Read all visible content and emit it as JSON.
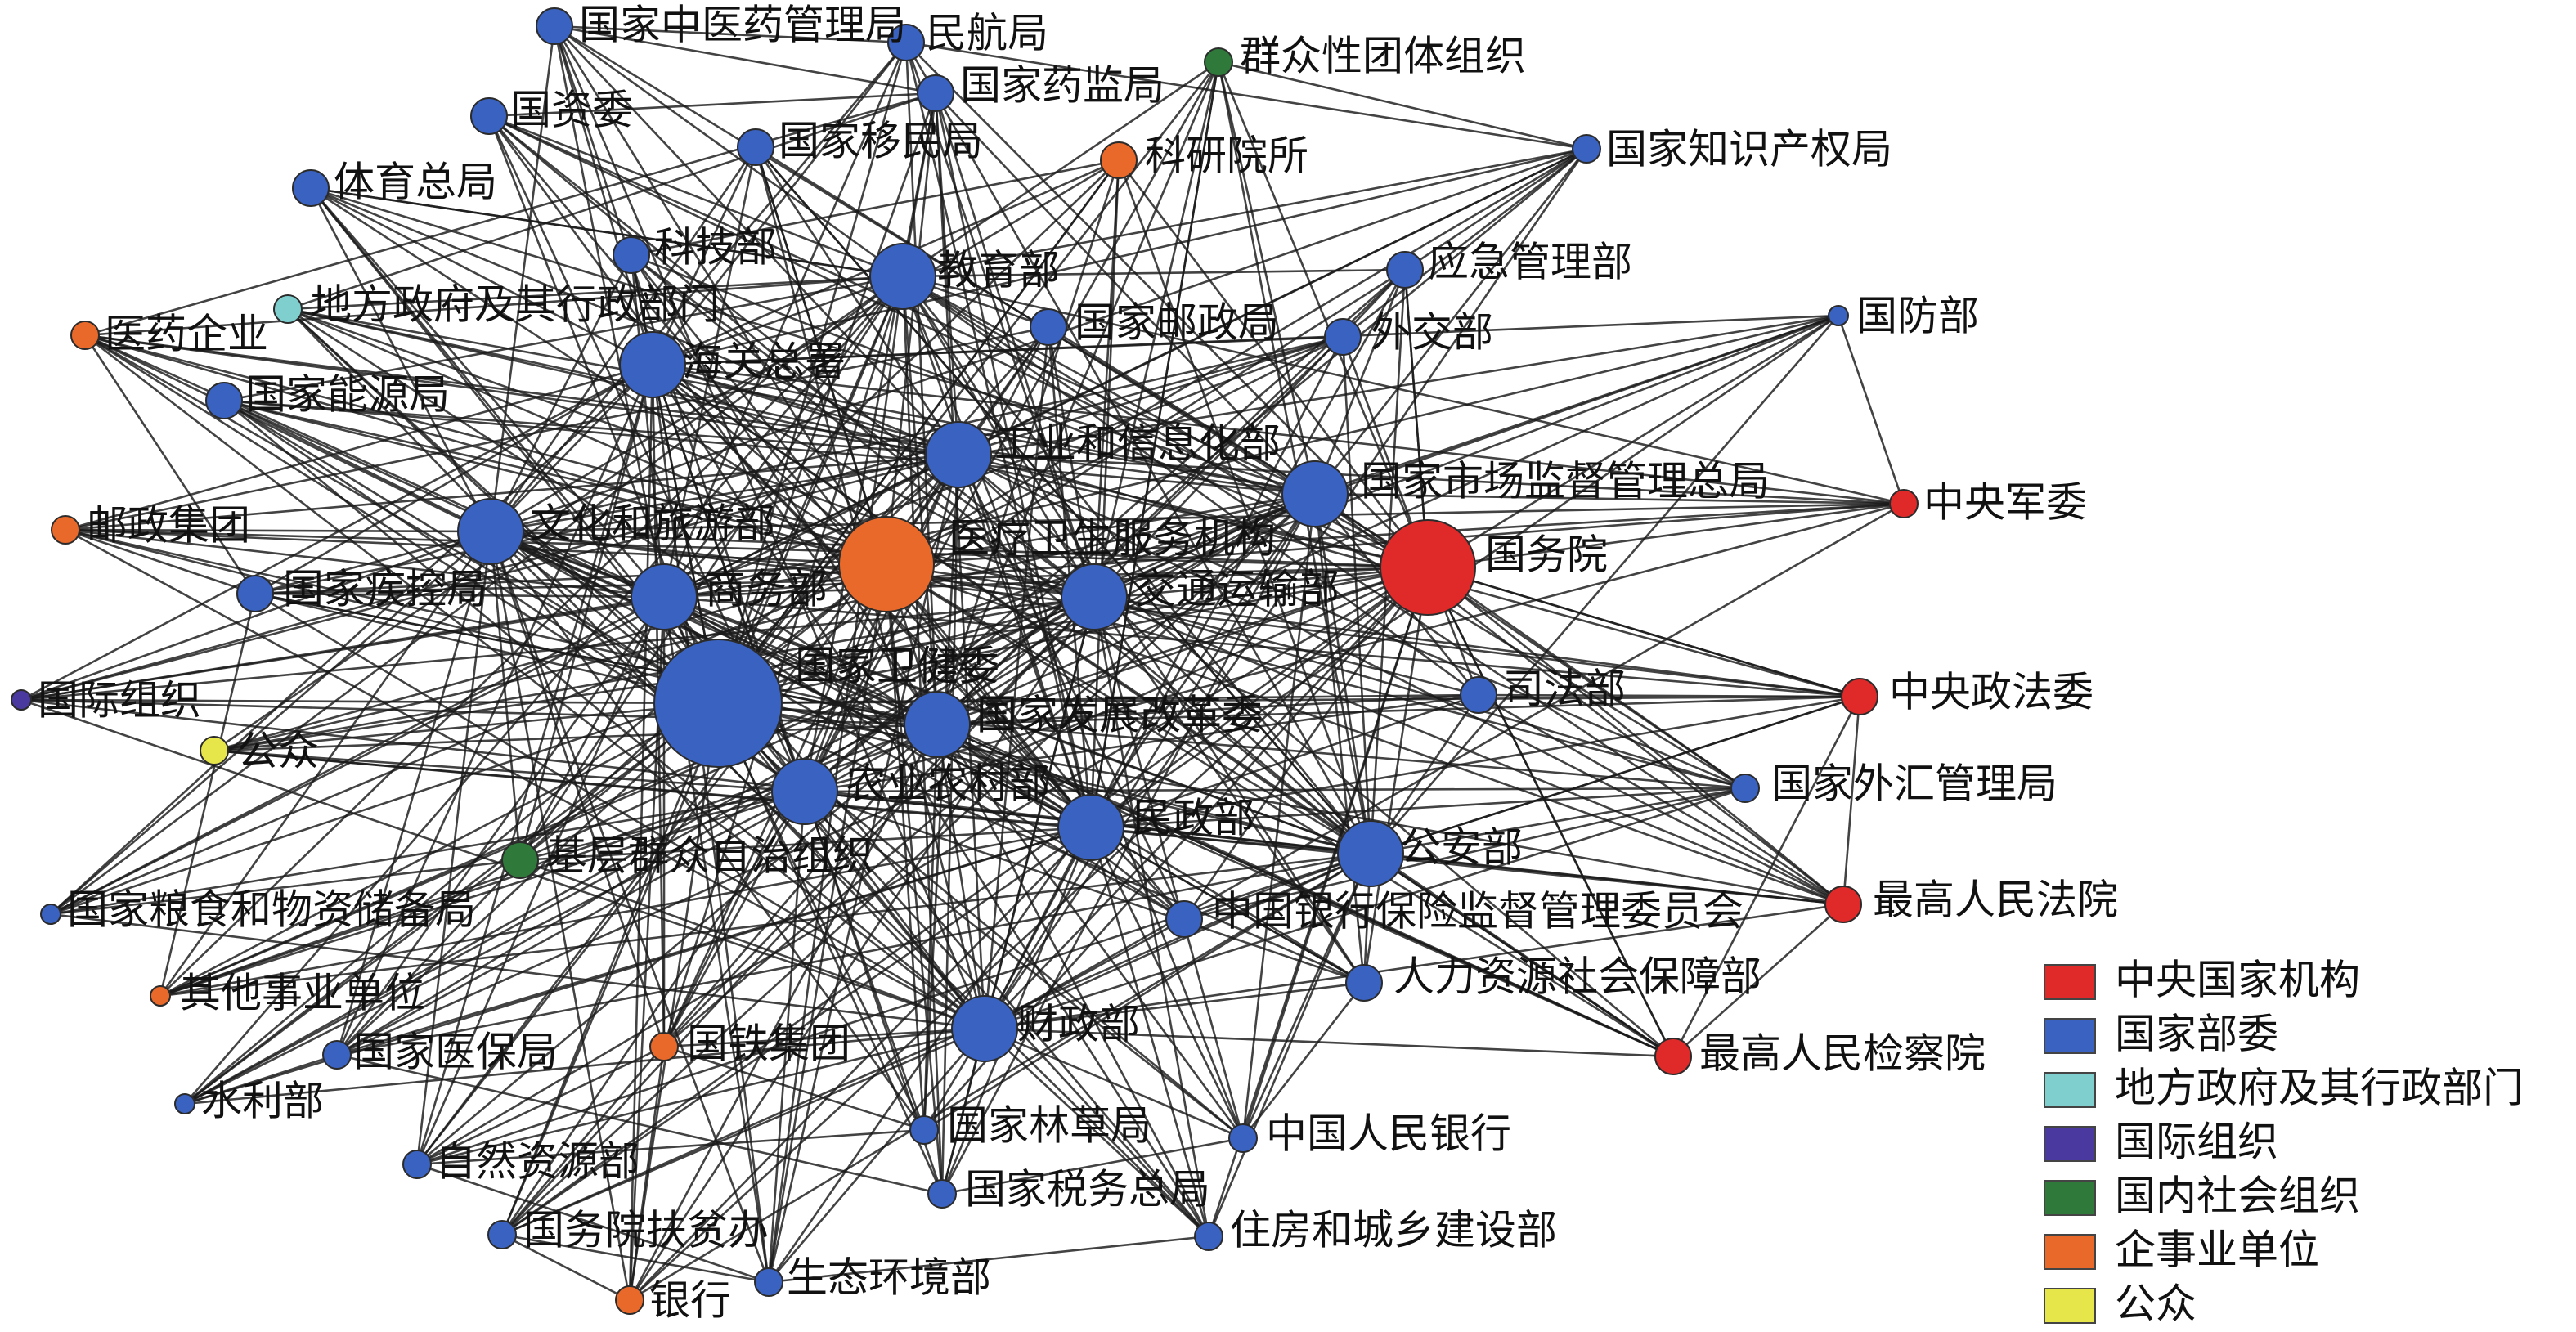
{
  "diagram": {
    "categories": [
      {
        "id": "central",
        "label": "中央国家机构",
        "color": "#e02a2a"
      },
      {
        "id": "ministry",
        "label": "国家部委",
        "color": "#3a62c0"
      },
      {
        "id": "local",
        "label": "地方政府及其行政部门",
        "color": "#7fcfcf"
      },
      {
        "id": "intl",
        "label": "国际组织",
        "color": "#4a3aa0"
      },
      {
        "id": "social",
        "label": "国内社会组织",
        "color": "#2f7a3a"
      },
      {
        "id": "enterprise",
        "label": "企事业单位",
        "color": "#e8692a"
      },
      {
        "id": "public",
        "label": "公众",
        "color": "#e6e64a"
      }
    ],
    "nodes": [
      {
        "label": "国家卫健委",
        "category": "ministry",
        "size": "xl"
      },
      {
        "label": "医疗卫生服务机构",
        "category": "enterprise",
        "size": "l"
      },
      {
        "label": "国务院",
        "category": "central",
        "size": "l"
      },
      {
        "label": "国家市场监督管理总局",
        "category": "ministry",
        "size": "m"
      },
      {
        "label": "商务部",
        "category": "ministry",
        "size": "m"
      },
      {
        "label": "交通运输部",
        "category": "ministry",
        "size": "m"
      },
      {
        "label": "工业和信息化部",
        "category": "ministry",
        "size": "m"
      },
      {
        "label": "国家发展改革委",
        "category": "ministry",
        "size": "m"
      },
      {
        "label": "农业农村部",
        "category": "ministry",
        "size": "m"
      },
      {
        "label": "文化和旅游部",
        "category": "ministry",
        "size": "m"
      },
      {
        "label": "海关总署",
        "category": "ministry",
        "size": "m"
      },
      {
        "label": "民政部",
        "category": "ministry",
        "size": "m"
      },
      {
        "label": "财政部",
        "category": "ministry",
        "size": "m"
      },
      {
        "label": "公安部",
        "category": "ministry",
        "size": "m"
      },
      {
        "label": "教育部",
        "category": "ministry",
        "size": "m"
      },
      {
        "label": "国家邮政局",
        "category": "ministry",
        "size": "s"
      },
      {
        "label": "外交部",
        "category": "ministry",
        "size": "s"
      },
      {
        "label": "司法部",
        "category": "ministry",
        "size": "s"
      },
      {
        "label": "国家中医药管理局",
        "category": "ministry",
        "size": "s"
      },
      {
        "label": "民航局",
        "category": "ministry",
        "size": "s"
      },
      {
        "label": "国家药监局",
        "category": "ministry",
        "size": "s"
      },
      {
        "label": "国家移民局",
        "category": "ministry",
        "size": "s"
      },
      {
        "label": "国资委",
        "category": "ministry",
        "size": "s"
      },
      {
        "label": "体育总局",
        "category": "ministry",
        "size": "s"
      },
      {
        "label": "科技部",
        "category": "ministry",
        "size": "s"
      },
      {
        "label": "国家能源局",
        "category": "ministry",
        "size": "s"
      },
      {
        "label": "国家疾控局",
        "category": "ministry",
        "size": "s"
      },
      {
        "label": "应急管理部",
        "category": "ministry",
        "size": "s"
      },
      {
        "label": "国家知识产权局",
        "category": "ministry",
        "size": "xs"
      },
      {
        "label": "国防部",
        "category": "ministry",
        "size": "xxs"
      },
      {
        "label": "国家外汇管理局",
        "category": "ministry",
        "size": "xs"
      },
      {
        "label": "中国银行保险监督管理委员会",
        "category": "ministry",
        "size": "s"
      },
      {
        "label": "人力资源社会保障部",
        "category": "ministry",
        "size": "s"
      },
      {
        "label": "国家粮食和物资储备局",
        "category": "ministry",
        "size": "xxs"
      },
      {
        "label": "国家医保局",
        "category": "ministry",
        "size": "xs"
      },
      {
        "label": "水利部",
        "category": "ministry",
        "size": "xxs"
      },
      {
        "label": "自然资源部",
        "category": "ministry",
        "size": "xs"
      },
      {
        "label": "国务院扶贫办",
        "category": "ministry",
        "size": "xs"
      },
      {
        "label": "生态环境部",
        "category": "ministry",
        "size": "xs"
      },
      {
        "label": "住房和城乡建设部",
        "category": "ministry",
        "size": "xs"
      },
      {
        "label": "国家税务总局",
        "category": "ministry",
        "size": "xs"
      },
      {
        "label": "国家林草局",
        "category": "ministry",
        "size": "xs"
      },
      {
        "label": "中国人民银行",
        "category": "ministry",
        "size": "xs"
      },
      {
        "label": "中央军委",
        "category": "central",
        "size": "xs"
      },
      {
        "label": "中央政法委",
        "category": "central",
        "size": "s"
      },
      {
        "label": "最高人民法院",
        "category": "central",
        "size": "s"
      },
      {
        "label": "最高人民检察院",
        "category": "central",
        "size": "s"
      },
      {
        "label": "群众性团体组织",
        "category": "social",
        "size": "xs"
      },
      {
        "label": "基层群众自治组织",
        "category": "social",
        "size": "s"
      },
      {
        "label": "科研院所",
        "category": "enterprise",
        "size": "s"
      },
      {
        "label": "医药企业",
        "category": "enterprise",
        "size": "xs"
      },
      {
        "label": "邮政集团",
        "category": "enterprise",
        "size": "xs"
      },
      {
        "label": "其他事业单位",
        "category": "enterprise",
        "size": "xxs"
      },
      {
        "label": "国铁集团",
        "category": "enterprise",
        "size": "xs"
      },
      {
        "label": "银行",
        "category": "enterprise",
        "size": "xs"
      },
      {
        "label": "地方政府及其行政部门",
        "category": "local",
        "size": "xs"
      },
      {
        "label": "国际组织",
        "category": "intl",
        "size": "xxs"
      },
      {
        "label": "公众",
        "category": "public",
        "size": "xs"
      }
    ]
  }
}
